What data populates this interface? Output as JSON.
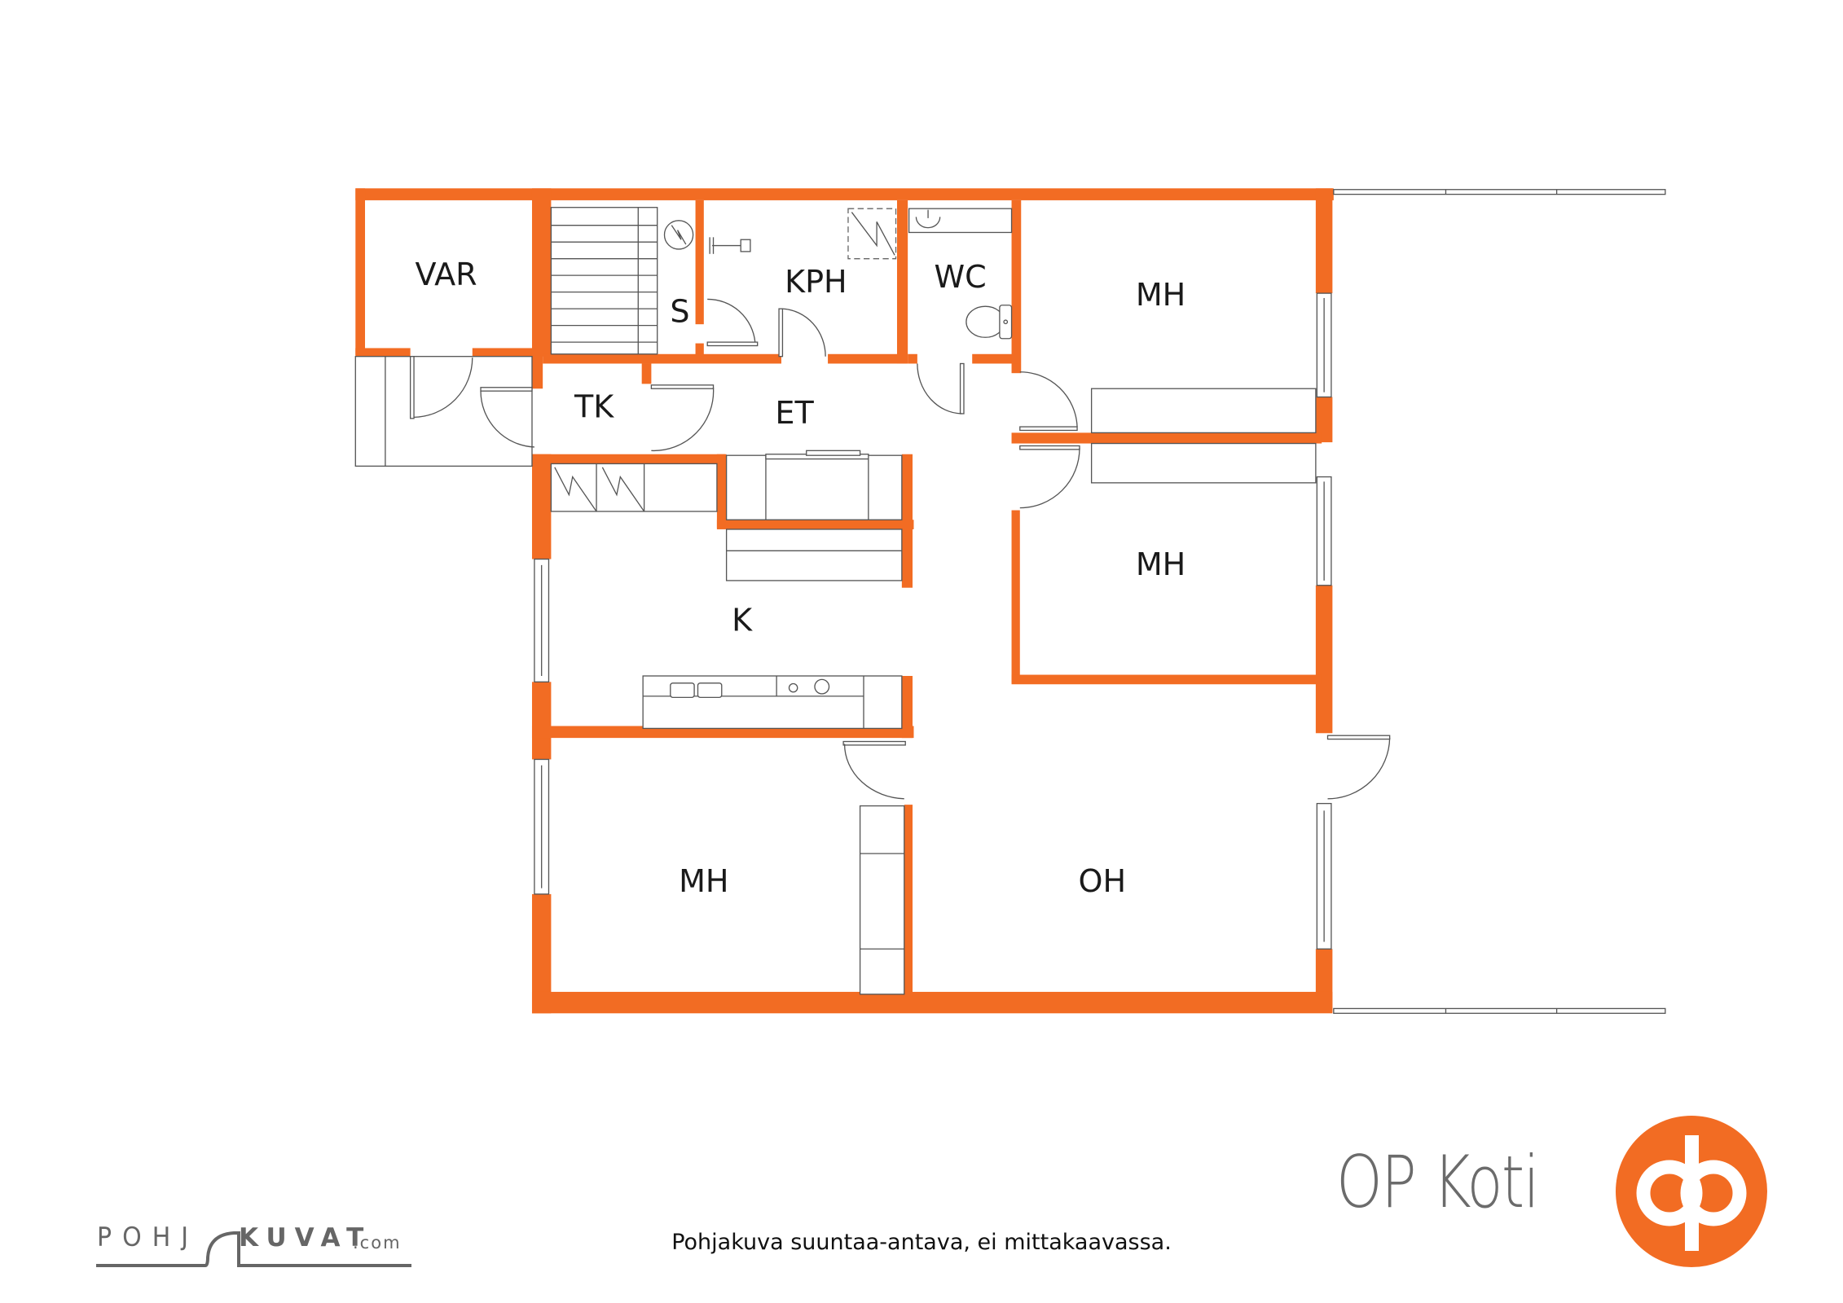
{
  "floorplan": {
    "wall_color": "#f26c23",
    "rooms": [
      {
        "id": "var",
        "label": "VAR"
      },
      {
        "id": "s",
        "label": "S"
      },
      {
        "id": "kph",
        "label": "KPH"
      },
      {
        "id": "wc",
        "label": "WC"
      },
      {
        "id": "mh1",
        "label": "MH"
      },
      {
        "id": "tk",
        "label": "TK"
      },
      {
        "id": "et",
        "label": "ET"
      },
      {
        "id": "mh2",
        "label": "MH"
      },
      {
        "id": "k",
        "label": "K"
      },
      {
        "id": "mh3",
        "label": "MH"
      },
      {
        "id": "oh",
        "label": "OH"
      }
    ]
  },
  "footer": {
    "disclaimer": "Pohjakuva suuntaa-antava, ei mittakaavassa.",
    "pohjakuvat_outline": "POHJ",
    "pohjakuvat_bold": "KUVAT",
    "pohjakuvat_domain": ".com",
    "brand_text": "OP Koti",
    "brand_color": "#f26c23",
    "brand_text_color": "#6b6b6b"
  }
}
